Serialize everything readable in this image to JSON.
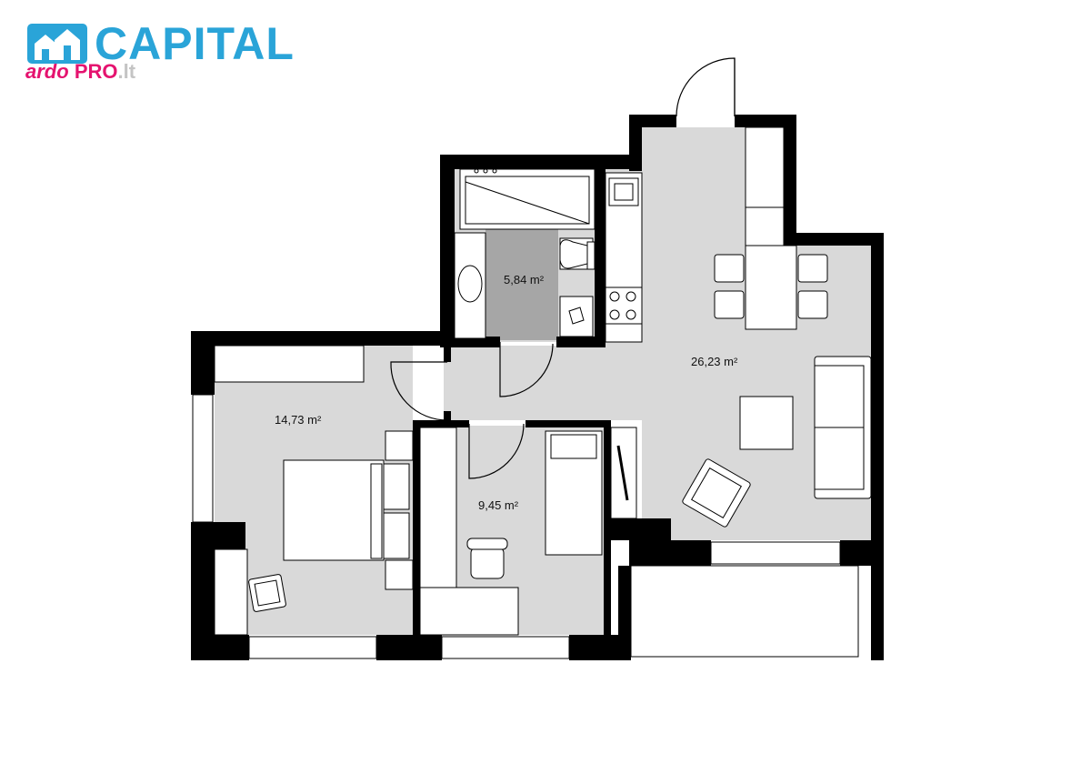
{
  "logo": {
    "name": "CAPITAL",
    "sub_part1": "ardo",
    "sub_part2": "PRO",
    "sub_part3": ".lt",
    "brand_color": "#2aa4d8",
    "accent_color": "#e5136f"
  },
  "rooms": [
    {
      "id": "bathroom",
      "area": "5,84 m²"
    },
    {
      "id": "living-kitchen",
      "area": "26,23 m²"
    },
    {
      "id": "bedroom",
      "area": "14,73 m²"
    },
    {
      "id": "small-bedroom",
      "area": "9,45 m²"
    }
  ],
  "colors": {
    "wall": "#000000",
    "floor": "#d9d9d9",
    "tile": "#a6a6a6",
    "furniture": "#ffffff"
  }
}
